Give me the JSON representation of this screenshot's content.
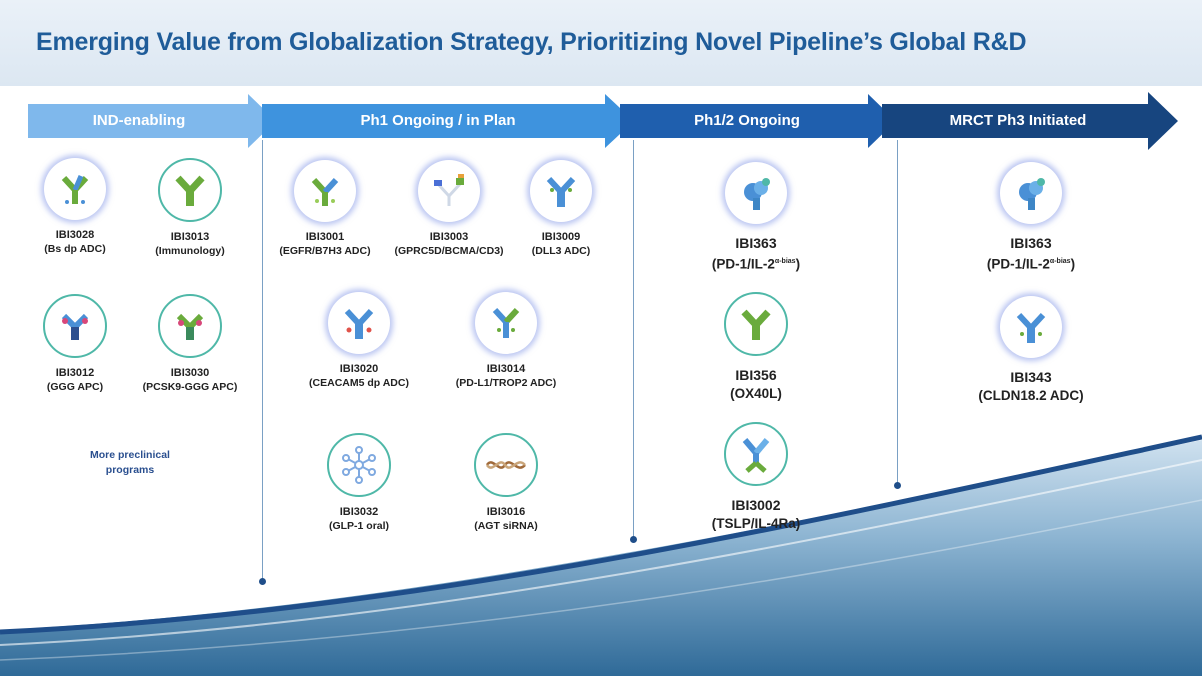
{
  "title": "Emerging Value from Globalization Strategy, Prioritizing Novel Pipeline’s Global R&D",
  "stages": [
    {
      "label": "IND-enabling"
    },
    {
      "label": "Ph1 Ongoing / in Plan"
    },
    {
      "label": "Ph1/2 Ongoing"
    },
    {
      "label": "MRCT Ph3 Initiated"
    }
  ],
  "ind_enabling": [
    {
      "code": "IBI3028",
      "desc": "(Bs dp ADC)",
      "icon": "bispecific-adc-icon"
    },
    {
      "code": "IBI3013",
      "desc": "(Immunology)",
      "icon": "antibody-icon"
    },
    {
      "code": "IBI3012",
      "desc": "(GGG APC)",
      "icon": "apc-icon"
    },
    {
      "code": "IBI3030",
      "desc": "(PCSK9-GGG APC)",
      "icon": "apc-icon"
    }
  ],
  "more_programs": "More preclinical\nprograms",
  "ph1": [
    {
      "code": "IBI3001",
      "desc": "(EGFR/B7H3 ADC)",
      "icon": "bispecific-adc-icon"
    },
    {
      "code": "IBI3003",
      "desc": "(GPRC5D/BCMA/CD3)",
      "icon": "trispecific-icon"
    },
    {
      "code": "IBI3009",
      "desc": "(DLL3 ADC)",
      "icon": "adc-icon"
    },
    {
      "code": "IBI3020",
      "desc": "(CEACAM5 dp ADC)",
      "icon": "adc-icon"
    },
    {
      "code": "IBI3014",
      "desc": "(PD-L1/TROP2 ADC)",
      "icon": "bispecific-adc-icon"
    },
    {
      "code": "IBI3032",
      "desc": "(GLP-1 oral)",
      "icon": "small-molecule-icon"
    },
    {
      "code": "IBI3016",
      "desc": "(AGT siRNA)",
      "icon": "sirna-icon"
    }
  ],
  "ph12": [
    {
      "code": "IBI363",
      "desc_main": "(PD-1/IL-2",
      "desc_sup": "α-bias",
      "desc_end": ")",
      "icon": "fusion-protein-icon"
    },
    {
      "code": "IBI356",
      "desc": "(OX40L)",
      "icon": "antibody-icon"
    },
    {
      "code": "IBI3002",
      "desc": "(TSLP/IL-4Ra)",
      "icon": "bispecific-antibody-icon"
    }
  ],
  "ph3": [
    {
      "code": "IBI363",
      "desc_main": "(PD-1/IL-2",
      "desc_sup": "α-bias",
      "desc_end": ")",
      "icon": "fusion-protein-icon"
    },
    {
      "code": "IBI343",
      "desc": "(CLDN18.2 ADC)",
      "icon": "adc-icon"
    }
  ],
  "colors": {
    "title": "#1f5c99",
    "arrow1": "#7fb8ec",
    "arrow2": "#3e93de",
    "arrow3": "#1f5fae",
    "arrow4": "#17457f",
    "teal_ring": "#4fb8a8",
    "green": "#6aab3c",
    "blue": "#4a90d6"
  }
}
